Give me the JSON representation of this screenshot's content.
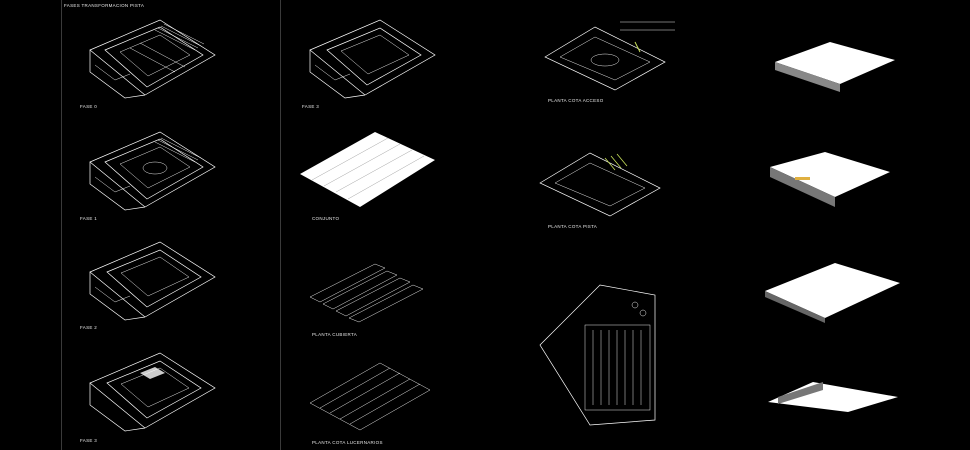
{
  "title": "FASES TRANSFORMACION PISTA",
  "phases": [
    {
      "label": "FASE 0"
    },
    {
      "label": "FASE 1"
    },
    {
      "label": "FASE 2"
    },
    {
      "label": "FASE 3"
    }
  ],
  "column2": [
    {
      "label": "FASE 3"
    },
    {
      "label": "CONJUNTO"
    },
    {
      "label": "PLANTA CUBIERTA"
    },
    {
      "label": "PLANTA COTA LUCERNARIOS"
    }
  ],
  "column3": [
    {
      "label": "PLANTA COTA ACCESO"
    },
    {
      "label": "PLANTA COTA PISTA"
    }
  ],
  "colors": {
    "background": "#000000",
    "line": "#ffffff",
    "accent": "#c8e05a"
  }
}
